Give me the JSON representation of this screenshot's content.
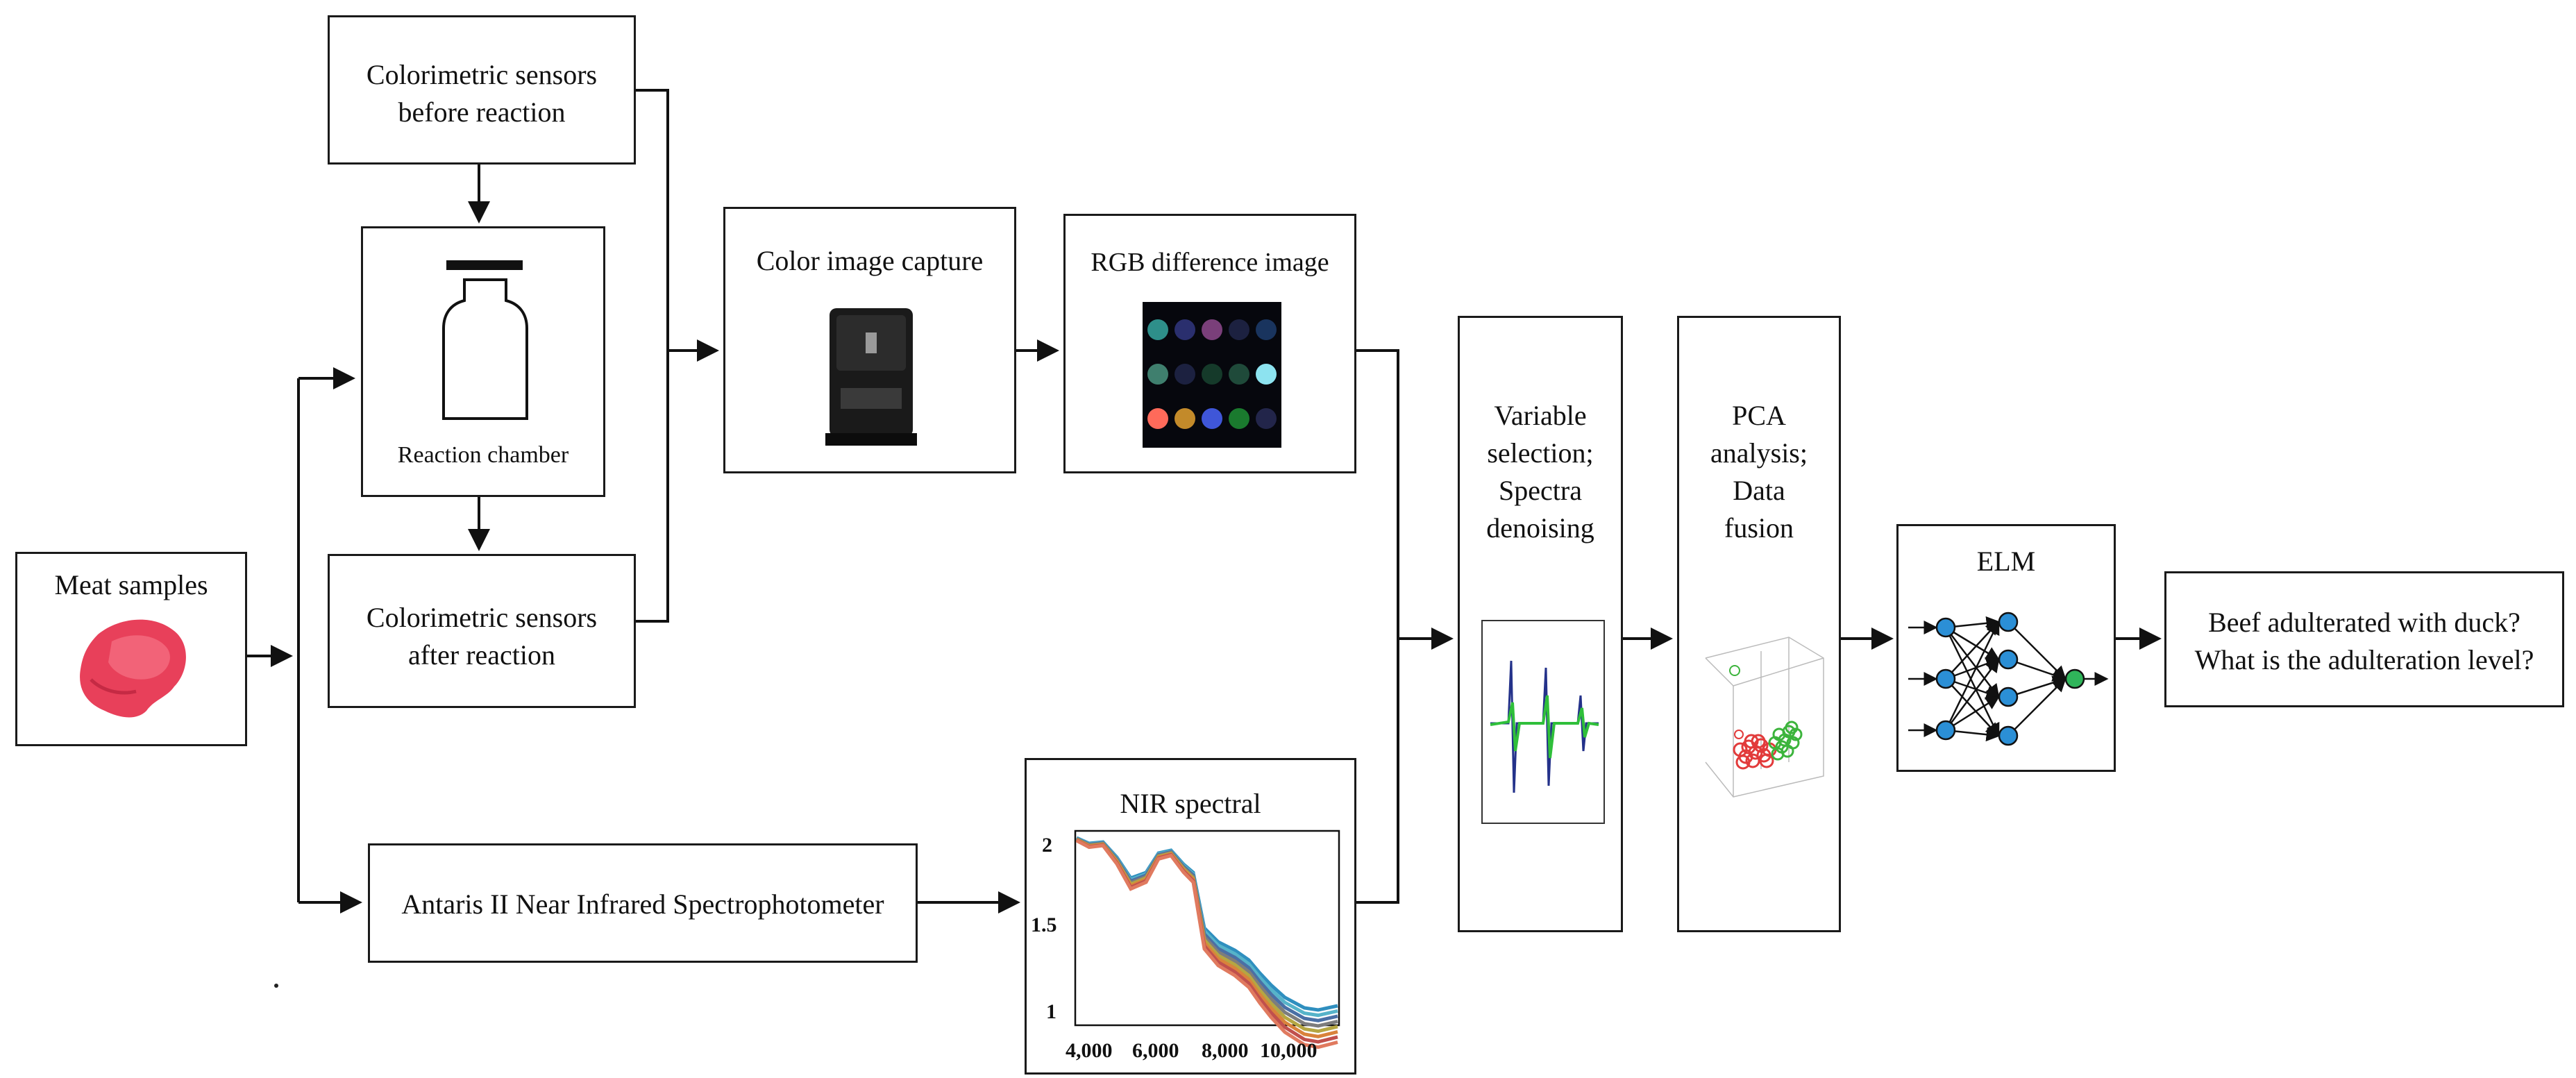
{
  "nodes": {
    "meat": {
      "label": "Meat samples"
    },
    "before": {
      "line1": "Colorimetric sensors",
      "line2": "before reaction"
    },
    "chamber": {
      "label": "Reaction chamber"
    },
    "after": {
      "line1": "Colorimetric sensors",
      "line2": "after reaction"
    },
    "capture": {
      "label": "Color image capture"
    },
    "rgb": {
      "label": "RGB difference image"
    },
    "nir_instrument": {
      "label": "Antaris II Near Infrared Spectrophotometer"
    },
    "nir_spectral": {
      "label": "NIR spectral"
    },
    "varsel": {
      "line1": "Variable",
      "line2": "selection;",
      "line3": "Spectra",
      "line4": "denoising"
    },
    "pca": {
      "line1": "PCA",
      "line2": "analysis;",
      "line3": "Data",
      "line4": "fusion"
    },
    "elm": {
      "label": "ELM"
    },
    "result": {
      "line1": "Beef adulterated with duck?",
      "line2": "What is the adulteration level?"
    }
  },
  "nir_chart": {
    "y_ticks": [
      "2",
      "1.5",
      "1"
    ],
    "x_ticks": [
      "4,000",
      "6,000",
      "8,000",
      "10,000"
    ]
  },
  "colors": {
    "meat": "#e8405a",
    "spectra": [
      "#2f8fbf",
      "#56b3c9",
      "#4a6fa5",
      "#7d7d7d",
      "#b5a642",
      "#d9823b",
      "#c0504d",
      "#e07a5f"
    ],
    "rgb_spots": [
      "#2e8f8a",
      "#2a2f6e",
      "#7a3f7a",
      "#1c2140",
      "#19345e",
      "#3f7f6e",
      "#1c2140",
      "#153a2a",
      "#1f4a3a",
      "#8de3f0",
      "#ff6a5a",
      "#c38a2a",
      "#3f56d8",
      "#1a7a2e",
      "#22254a"
    ],
    "pca_red": "#e23b3b",
    "pca_green": "#3cb43c",
    "elm_node": "#2b8fd6",
    "elm_output": "#2fb55a"
  }
}
